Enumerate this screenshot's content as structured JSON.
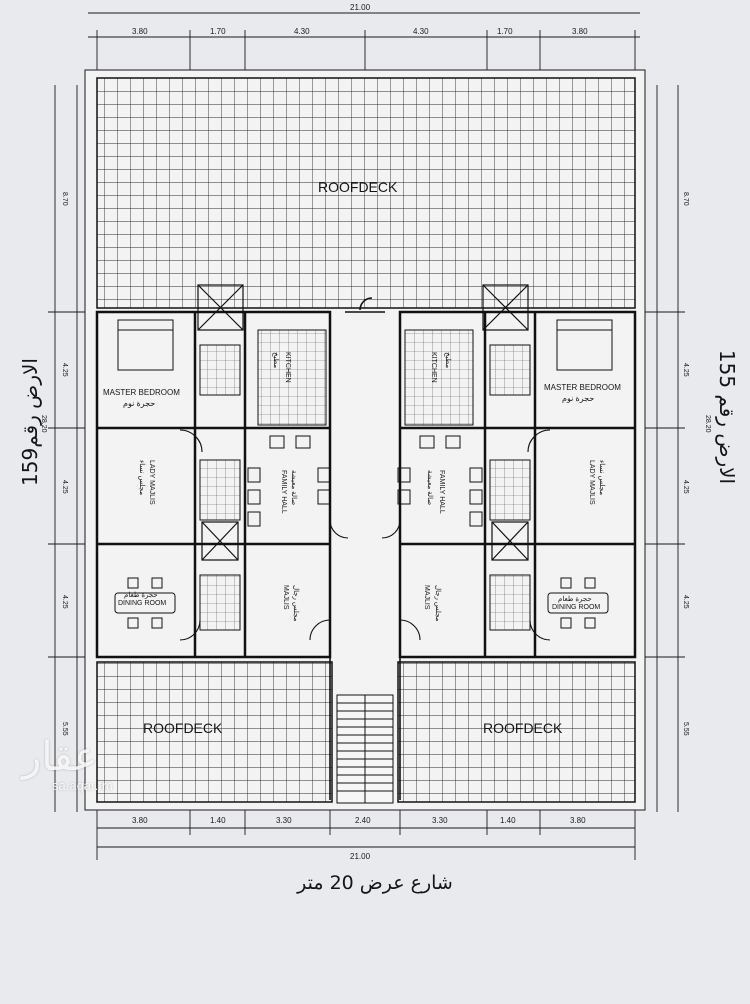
{
  "plan": {
    "roofdeck_top": "ROOFDECK",
    "roofdeck_left": "ROOFDECK",
    "roofdeck_right": "ROOFDECK",
    "master_bedroom_en": "MASTER BEDROOM",
    "master_bedroom_ar": "حجرة نوم",
    "kitchen_en": "KITCHEN",
    "kitchen_ar": "مطبخ",
    "lady_majlis_en": "LADY MAJLIS",
    "lady_majlis_ar": "مجلس نساء",
    "family_hall_en": "FAMILY HALL",
    "family_hall_ar": "صالة معيشة",
    "majlis_en": "MAJLIS",
    "majlis_ar": "مجلس رجال",
    "dining_room_en": "DINING ROOM",
    "dining_room_ar": "حجرة طعام"
  },
  "dimensions": {
    "top": [
      "21.00",
      "3.80",
      "1.70",
      "4.30",
      "4.30",
      "1.70",
      "3.80"
    ],
    "bottom": [
      "3.80",
      "1.40",
      "3.30",
      "2.40",
      "3.30",
      "1.40",
      "3.80",
      "21.00"
    ],
    "left": [
      "8.70",
      "4.25",
      "4.25",
      "4.25",
      "5.55",
      "28.20"
    ],
    "right": [
      "8.70",
      "4.25",
      "4.25",
      "4.25",
      "5.55",
      "28.20"
    ]
  },
  "labels": {
    "left_plot": "الارض رقم159",
    "right_plot": "الارض رقم 155",
    "street": "شارع عرض 20 متر",
    "watermark_ar": "عقار",
    "watermark_url": "sa.aqar.fm"
  }
}
